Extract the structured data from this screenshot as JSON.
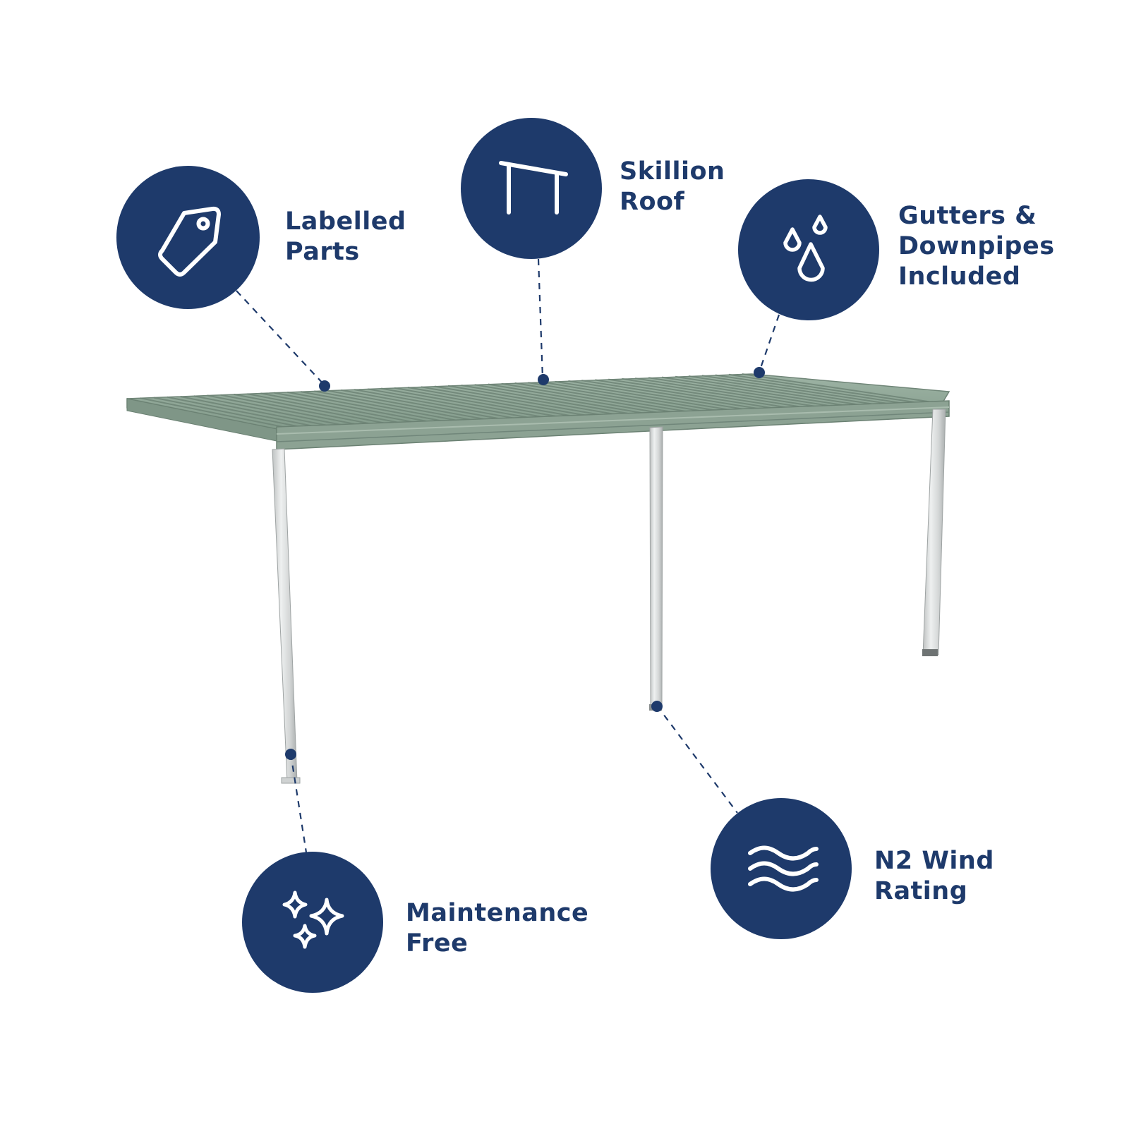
{
  "colors": {
    "navy": "#1e3a6b",
    "roof_green": "#8fa797",
    "post_grey": "#d6d8d8",
    "background": "#ffffff"
  },
  "features": [
    {
      "id": "labelled-parts",
      "icon": "tag-icon",
      "label": "Labelled\nParts"
    },
    {
      "id": "skillion-roof",
      "icon": "skillion-roof-icon",
      "label": "Skillion\nRoof"
    },
    {
      "id": "gutters-downpipes",
      "icon": "water-drops-icon",
      "label": "Gutters &\nDownpipes\nIncluded"
    },
    {
      "id": "maintenance-free",
      "icon": "sparkle-icon",
      "label": "Maintenance\nFree"
    },
    {
      "id": "n2-wind-rating",
      "icon": "wind-waves-icon",
      "label": "N2 Wind\nRating"
    }
  ]
}
